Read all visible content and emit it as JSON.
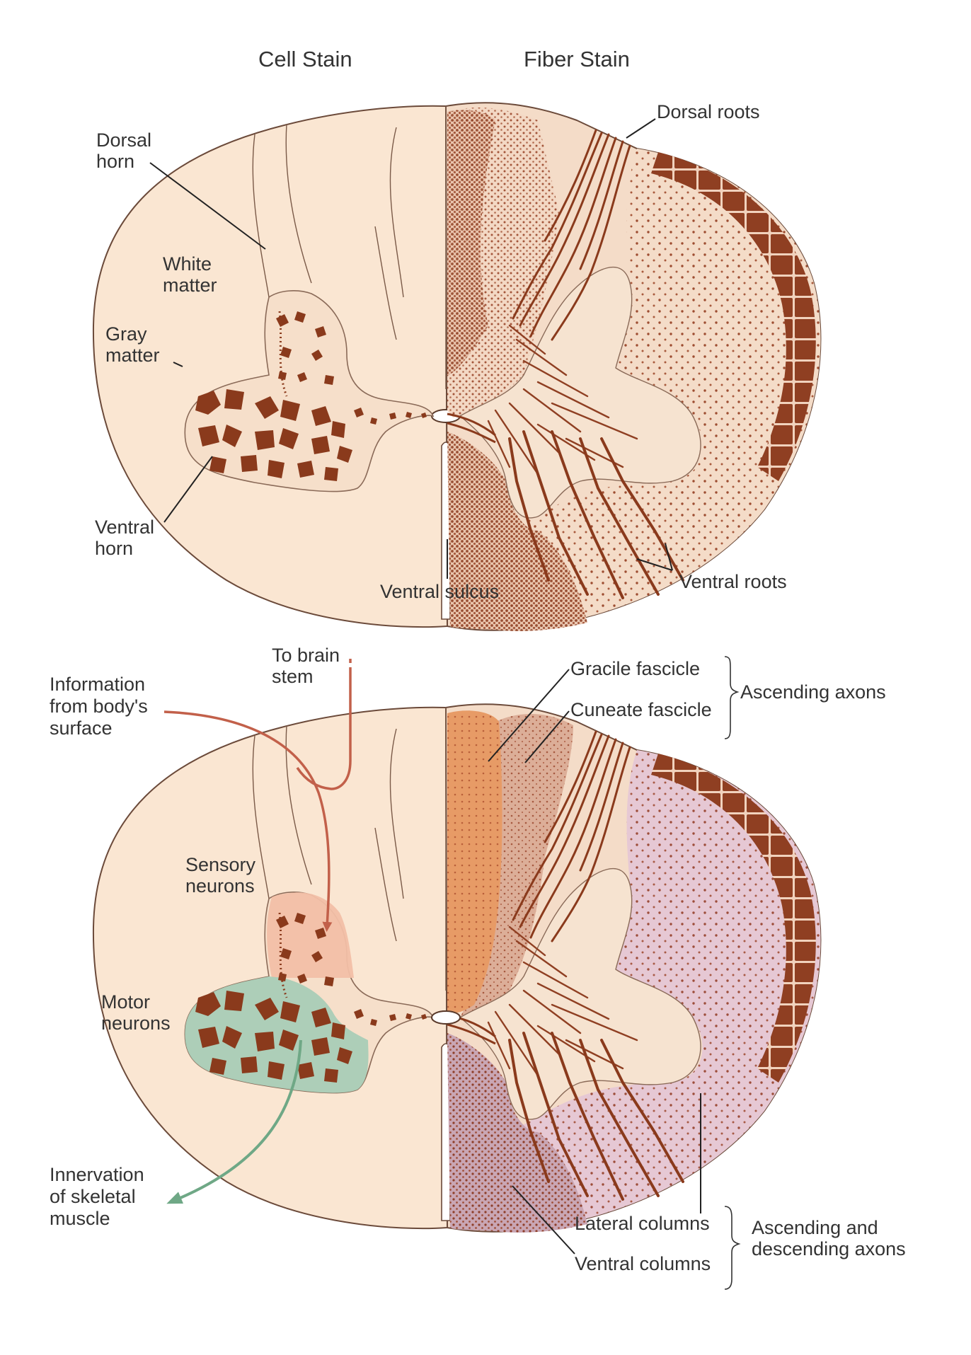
{
  "headers": {
    "cell_stain": "Cell Stain",
    "fiber_stain": "Fiber Stain"
  },
  "top_labels": {
    "dorsal_horn": [
      "Dorsal",
      "horn"
    ],
    "white_matter": [
      "White",
      "matter"
    ],
    "gray_matter": [
      "Gray",
      "matter"
    ],
    "ventral_horn": [
      "Ventral",
      "horn"
    ],
    "dorsal_roots": "Dorsal roots",
    "ventral_sulcus": "Ventral sulcus",
    "ventral_roots": "Ventral roots"
  },
  "bottom_labels": {
    "to_brain_stem": [
      "To brain",
      "stem"
    ],
    "information": [
      "Information",
      "from body's",
      "surface"
    ],
    "sensory_neurons": [
      "Sensory",
      "neurons"
    ],
    "motor_neurons": [
      "Motor",
      "neurons"
    ],
    "innervation": [
      "Innervation",
      "of skeletal",
      "muscle"
    ],
    "gracile_fascicle": "Gracile fascicle",
    "cuneate_fascicle": "Cuneate fascicle",
    "ascending_axons": "Ascending axons",
    "lateral_columns": "Lateral columns",
    "ventral_columns": "Ventral columns",
    "ascending_descending": [
      "Ascending and",
      "descending axons"
    ]
  },
  "colors": {
    "white_matter": "#fae6d2",
    "gray_matter_top": "#f6dfca",
    "cell_stain": "#8a3a1c",
    "fiber_dark": "#8f3f22",
    "sensory_region": "#f2bfa6",
    "motor_region": "#a9ccb6",
    "gracile": "#e79b66",
    "cuneate": "#dcae98",
    "lateral_column": "#e6c8d4",
    "ventral_column": "#c9a6b4",
    "sensory_arrow": "#c2604a",
    "motor_arrow": "#6fa886",
    "label_text": "#333333"
  }
}
